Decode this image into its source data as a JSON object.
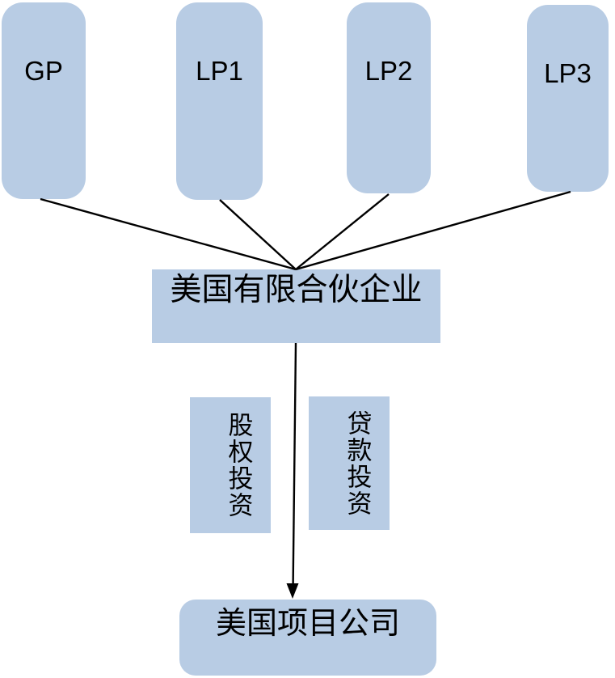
{
  "diagram": {
    "background_color": "#ffffff",
    "colors": {
      "node_fill": "#b8cce4",
      "connector": "#000000",
      "text": "#000000"
    },
    "top_nodes": [
      {
        "id": "gp",
        "label": "GP"
      },
      {
        "id": "lp1",
        "label": "LP1"
      },
      {
        "id": "lp2",
        "label": "LP2"
      },
      {
        "id": "lp3",
        "label": "LP3"
      }
    ],
    "partnership_node": {
      "label": "美国有限合伙企业"
    },
    "flow_labels": [
      {
        "id": "equity",
        "label": "股权投资"
      },
      {
        "id": "loan",
        "label": "贷款投资"
      }
    ],
    "project_node": {
      "label": "美国项目公司"
    }
  }
}
